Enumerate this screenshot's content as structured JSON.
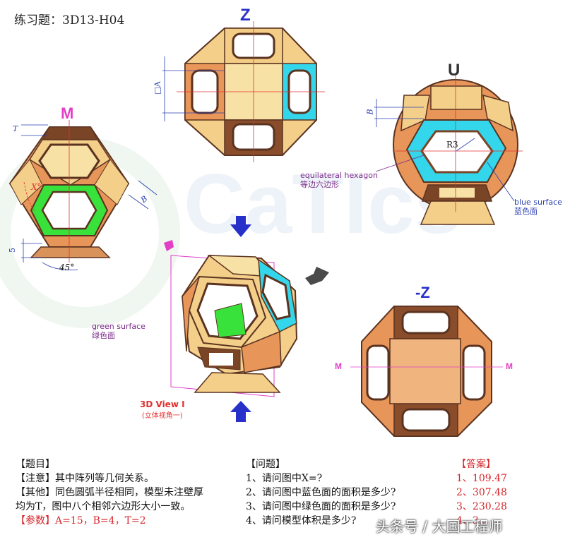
{
  "title": "练习题：3D13-H04",
  "axes": {
    "z": "Z",
    "u": "U",
    "m": "M",
    "neg_z": "-Z",
    "m_left": "M",
    "m_right": "M"
  },
  "dims": {
    "a": "□A",
    "b": "B",
    "r": "R3",
    "t": "T",
    "x": "X°",
    "five": "5",
    "angle": "45°"
  },
  "annotations": {
    "hex_en": "equilateral hexagon",
    "hex_cn": "等边六边形",
    "blue_en": "blue surface",
    "blue_cn": "蓝色面",
    "green_en": "green surface",
    "green_cn": "绿色面",
    "view_en": "3D View I",
    "view_cn": "(立体视角一)"
  },
  "watermark": "头条号 / 大国工程师",
  "colors": {
    "orange": "#e8955a",
    "tan": "#f6d79a",
    "brown": "#7a4527",
    "cyan": "#35d5ea",
    "green": "#39e23a",
    "magenta": "#e23fc6",
    "blue": "#2730c8"
  },
  "problem": {
    "header": "【题目】",
    "note": "【注意】其中阵列等几何关系。",
    "other1": "【其他】同色圆弧半径相同，模型未注壁厚",
    "other2": "均为T，图中八个相邻六边形大小一致。",
    "params_label": "【参数】",
    "params": "A=15，B=4，T=2"
  },
  "questions": {
    "header": "【问题】",
    "items": [
      "1、请问图中X=?",
      "2、请问图中蓝色面的面积是多少?",
      "3、请问图中绿色面的面积是多少?",
      "4、请问模型体积是多少?"
    ]
  },
  "answers": {
    "header": "【答案】",
    "items": [
      "1、109.47",
      "2、307.48",
      "3、230.28",
      "4、3…"
    ]
  }
}
